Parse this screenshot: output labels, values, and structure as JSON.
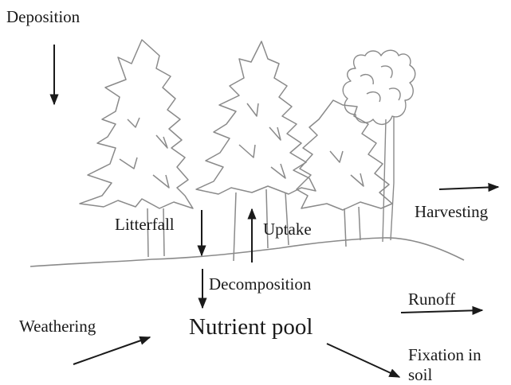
{
  "labels": {
    "deposition": "Deposition",
    "litterfall": "Litterfall",
    "uptake": "Uptake",
    "harvesting": "Harvesting",
    "decomposition": "Decomposition",
    "runoff": "Runoff",
    "weathering": "Weathering",
    "nutrient_pool": "Nutrient pool",
    "fixation_line1": "Fixation in",
    "fixation_line2": "soil"
  },
  "colors": {
    "ink": "#1a1a1a",
    "sketch": "#8a8a8a"
  }
}
